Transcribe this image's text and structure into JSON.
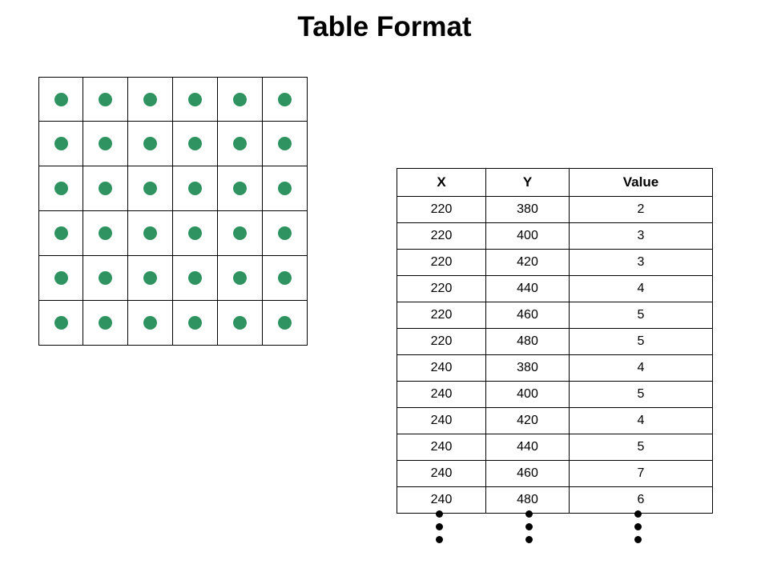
{
  "title": "Table Format",
  "grid": {
    "rows": 6,
    "cols": 6,
    "dot_color": "#2e9360"
  },
  "table": {
    "headers": [
      "X",
      "Y",
      "Value"
    ],
    "rows": [
      [
        "220",
        "380",
        "2"
      ],
      [
        "220",
        "400",
        "3"
      ],
      [
        "220",
        "420",
        "3"
      ],
      [
        "220",
        "440",
        "4"
      ],
      [
        "220",
        "460",
        "5"
      ],
      [
        "220",
        "480",
        "5"
      ],
      [
        "240",
        "380",
        "4"
      ],
      [
        "240",
        "400",
        "5"
      ],
      [
        "240",
        "420",
        "4"
      ],
      [
        "240",
        "440",
        "5"
      ],
      [
        "240",
        "460",
        "7"
      ],
      [
        "240",
        "480",
        "6"
      ]
    ]
  },
  "continuation": "vertical-ellipsis-icon"
}
